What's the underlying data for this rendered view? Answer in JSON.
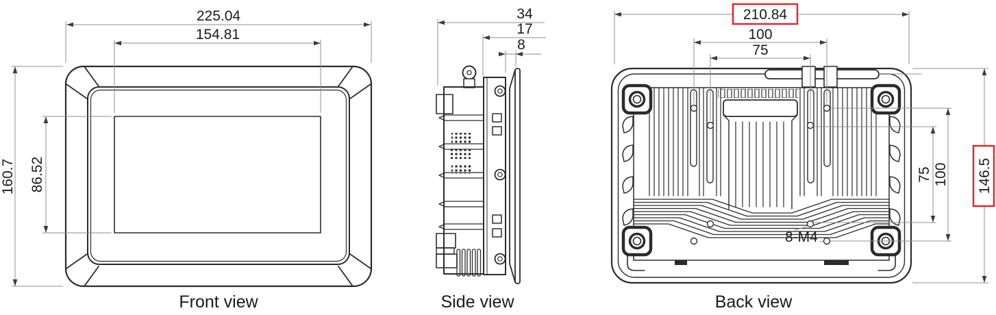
{
  "colors": {
    "line": "#2b2b2b",
    "dim_line": "#8f8f8f",
    "arrow": "#3c3c3c",
    "text": "#1b1b1b",
    "highlight_red": "#ec1c24",
    "background": "#ffffff"
  },
  "views": {
    "front": {
      "label": "Front view",
      "dims": {
        "overall_width": "225.04",
        "display_width": "154.81",
        "overall_height": "160.7",
        "display_height": "86.52"
      }
    },
    "side": {
      "label": "Side view",
      "dims": {
        "total_depth": "34",
        "mount_depth": "17",
        "bezel_depth": "8"
      }
    },
    "back": {
      "label": "Back view",
      "dims": {
        "mount_width": "210.84",
        "vesa_width_100": "100",
        "vesa_width_75": "75",
        "vesa_height_75": "75",
        "vesa_height_100": "100",
        "mount_height": "146.5",
        "screw_label": "8-M4"
      }
    }
  }
}
